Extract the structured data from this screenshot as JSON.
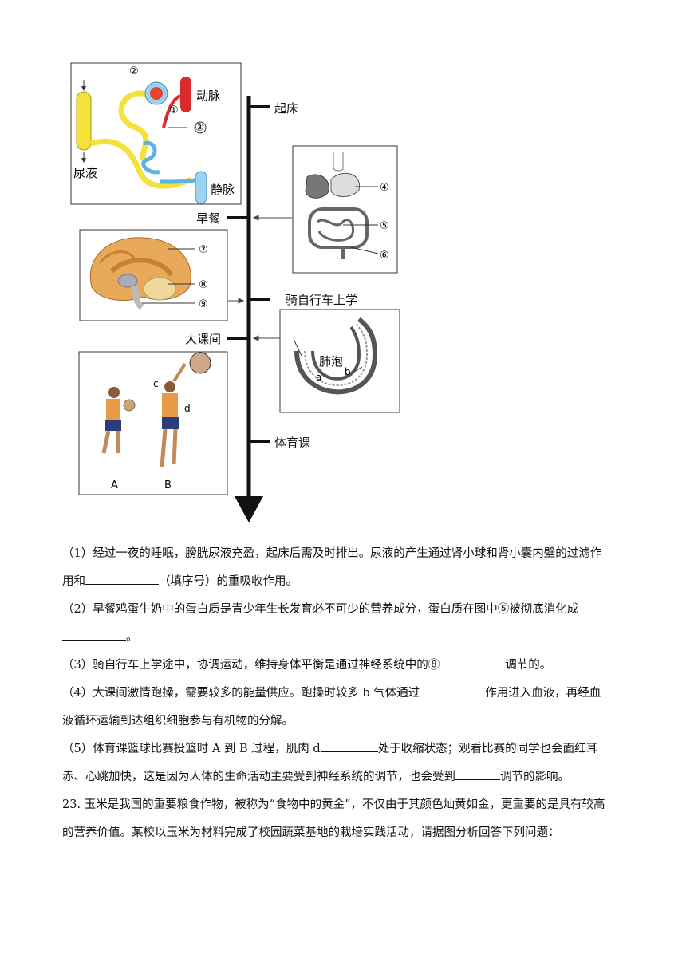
{
  "timeline": {
    "wake": "起床",
    "breakfast": "早餐",
    "bike": "骑自行车上学",
    "recess": "大课间",
    "pe": "体育课"
  },
  "kidney_panel": {
    "artery": "动脉",
    "vein": "静脉",
    "urine": "尿液",
    "n1": "①",
    "n2": "②",
    "n3": "③"
  },
  "digest_panel": {
    "n4": "④",
    "n5": "⑤",
    "n6": "⑥"
  },
  "brain_panel": {
    "n7": "⑦",
    "n8": "⑧",
    "n9": "⑨"
  },
  "alveolus_panel": {
    "label": "肺泡",
    "a": "a",
    "b": "b"
  },
  "basket_panel": {
    "A": "A",
    "B": "B",
    "c": "c",
    "d": "d"
  },
  "questions": {
    "q1a": "（1）经过一夜的睡眠，膀胱尿液充盈，起床后需及时排出。尿液的产生通过肾小球和肾小囊内壁的过滤作",
    "q1b_pre": "用和",
    "q1b_post": "（填序号）的重吸收作用。",
    "q2a": "（2）早餐鸡蛋牛奶中的蛋白质是青少年生长发育必不可少的营养成分，蛋白质在图中⑤被彻底消化成",
    "q2b_post": "。",
    "q3_pre": "（3）骑自行车上学途中，协调运动，维持身体平衡是通过神经系统中的⑧",
    "q3_post": "调节的。",
    "q4a_pre": "（4）大课间激情跑操，需要较多的能量供应。跑操时较多 b 气体通过",
    "q4a_post": "作用进入血液，再经血",
    "q4b": "液循环运输到达组织细胞参与有机物的分解。",
    "q5a_pre": "（5）体育课篮球比赛投篮时 A 到 B 过程，肌肉 d",
    "q5a_post": "处于收缩状态；观看比赛的同学也会面红耳",
    "q5b_pre": "赤、心跳加快，这是因为人体的生命活动主要受到神经系统的调节，也会受到",
    "q5b_post": "调节的影响。",
    "q23a": "23. 玉米是我国的重要粮食作物，被称为“食物中的黄金”，不仅由于其颜色灿黄如金，更重要的是具有较高",
    "q23b": "的营养价值。某校以玉米为材料完成了校园蔬菜基地的栽培实践活动，请据图分析回答下列问题："
  }
}
